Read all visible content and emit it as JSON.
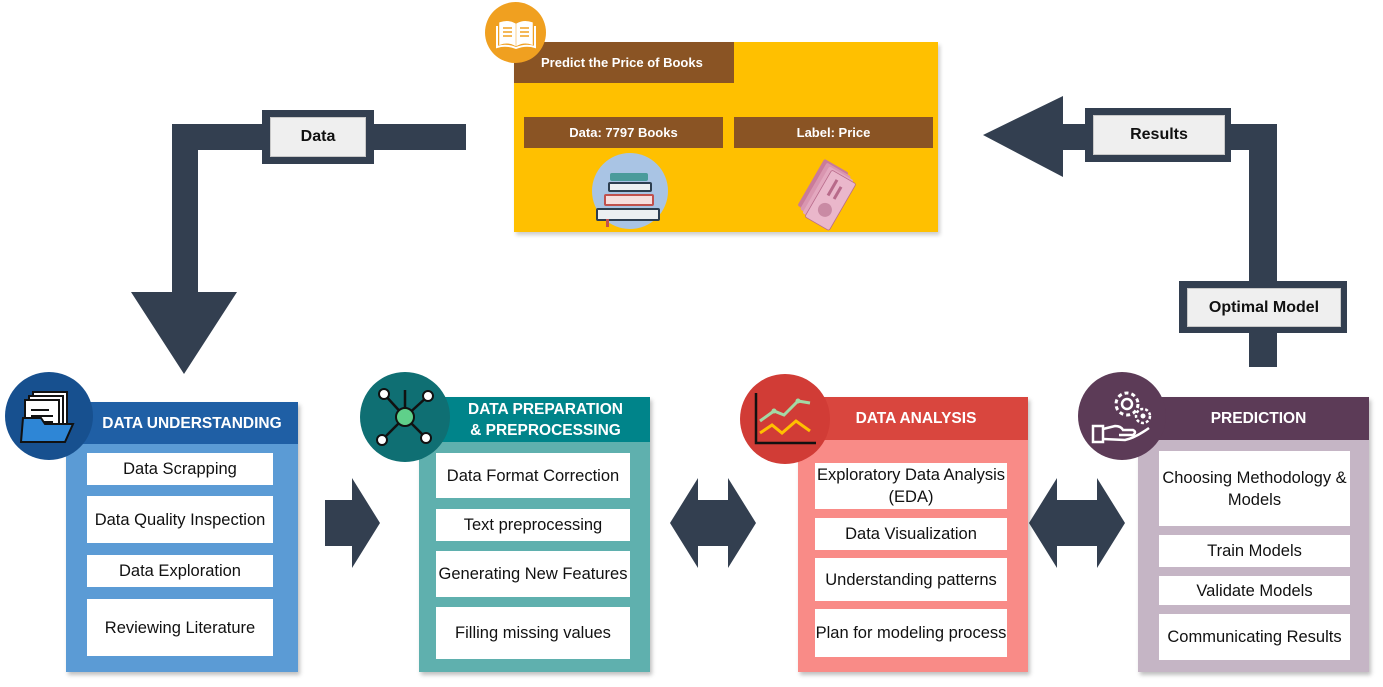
{
  "top_card": {
    "title": "Predict the Price of Books",
    "data_label": "Data: 7797 Books",
    "label_label": "Label: Price",
    "icon": "book-icon"
  },
  "flow_labels": {
    "data": "Data",
    "results": "Results",
    "optimal_model": "Optimal Model"
  },
  "stages": [
    {
      "title": "DATA UNDERSTANDING",
      "icon": "folder-documents-icon",
      "items": [
        "Data Scrapping",
        "Data Quality Inspection",
        "Data Exploration",
        "Reviewing Literature"
      ]
    },
    {
      "title_line1": "DATA PREPARATION",
      "title_line2": "& PREPROCESSING",
      "icon": "network-nodes-icon",
      "items": [
        "Data Format Correction",
        "Text preprocessing",
        "Generating New Features",
        "Filling missing values"
      ]
    },
    {
      "title": "DATA ANALYSIS",
      "icon": "line-chart-icon",
      "items": [
        "Exploratory Data Analysis (EDA)",
        "Data Visualization",
        "Understanding patterns",
        "Plan for modeling process"
      ]
    },
    {
      "title": "PREDICTION",
      "icon": "hand-gears-icon",
      "items": [
        "Choosing Methodology & Models",
        "Train Models",
        "Validate Models",
        "Communicating Results"
      ]
    }
  ],
  "colors": {
    "arrow": "#333f50",
    "top_card": "#ffc000",
    "top_header": "#8a5424",
    "stage1_header": "#1f5fa5",
    "stage1_body": "#5b9bd5",
    "stage2_header": "#00848a",
    "stage2_body": "#5fb0ae",
    "stage3_header": "#d9463e",
    "stage3_body": "#f98b87",
    "stage4_header": "#5c3b57",
    "stage4_body": "#c5b5c5"
  }
}
